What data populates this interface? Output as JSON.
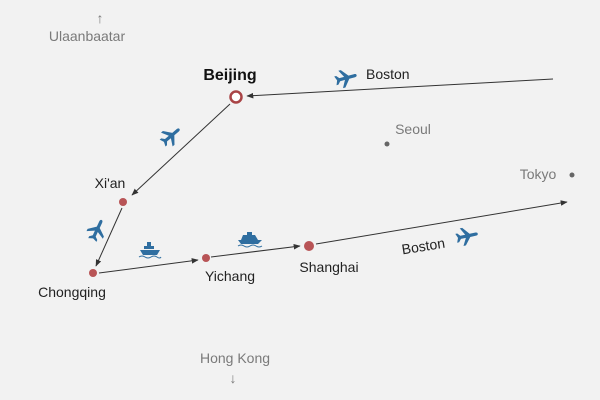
{
  "map": {
    "colors": {
      "background": "#f2f2f2",
      "route_line": "#333333",
      "stop_marker": "#b85456",
      "origin_ring": "#a94446",
      "reference_city": "#666666",
      "transport_icon": "#2f6ea0"
    },
    "origin": {
      "name": "Beijing"
    },
    "stops": [
      {
        "name": "Xi'an"
      },
      {
        "name": "Chongqing"
      },
      {
        "name": "Yichang"
      },
      {
        "name": "Shanghai"
      }
    ],
    "reference_cities": [
      {
        "name": "Seoul"
      },
      {
        "name": "Tokyo"
      }
    ],
    "offmap_cities": [
      {
        "name": "Ulaanbaatar",
        "direction": "north",
        "arrow": "↑"
      },
      {
        "name": "Hong Kong",
        "direction": "south",
        "arrow": "↓"
      }
    ],
    "legs": [
      {
        "from": "Boston",
        "to": "Beijing",
        "mode": "plane",
        "label": "Boston"
      },
      {
        "from": "Beijing",
        "to": "Xi'an",
        "mode": "plane"
      },
      {
        "from": "Xi'an",
        "to": "Chongqing",
        "mode": "plane"
      },
      {
        "from": "Chongqing",
        "to": "Yichang",
        "mode": "boat"
      },
      {
        "from": "Yichang",
        "to": "Shanghai",
        "mode": "boat"
      },
      {
        "from": "Shanghai",
        "to": "Boston",
        "mode": "plane",
        "label": "Boston"
      }
    ],
    "icons": [
      "airplane-icon",
      "boat-icon"
    ]
  }
}
